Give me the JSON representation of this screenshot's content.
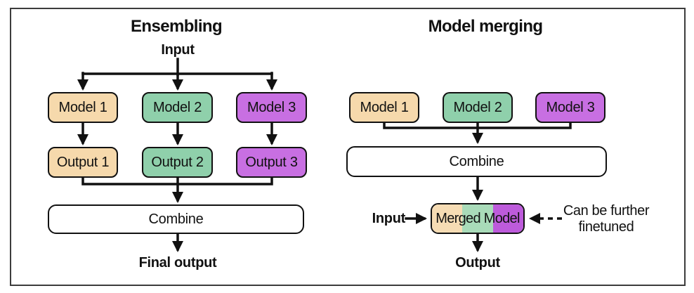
{
  "colors": {
    "model_1_fill": "#f6d9ac",
    "model_2_fill": "#8fd0ab",
    "model_3_fill": "#c86fe2",
    "merged_segment_fills": [
      "#f6dcb4",
      "#a9dbb9",
      "#bd5bdb"
    ],
    "line_color": "#111111",
    "box_border": "#111111",
    "frame_border": "#3c3c3c",
    "background": "#ffffff"
  },
  "ensembling": {
    "title": "Ensembling",
    "input_label": "Input",
    "models": [
      "Model 1",
      "Model 2",
      "Model 3"
    ],
    "outputs": [
      "Output 1",
      "Output 2",
      "Output 3"
    ],
    "combine_label": "Combine",
    "final_output_label": "Final output"
  },
  "model_merging": {
    "title": "Model merging",
    "models": [
      "Model 1",
      "Model 2",
      "Model 3"
    ],
    "combine_label": "Combine",
    "merged_model_label": "Merged Model",
    "input_label": "Input",
    "output_label": "Output",
    "annotation_lines": [
      "Can be further",
      "finetuned"
    ]
  }
}
